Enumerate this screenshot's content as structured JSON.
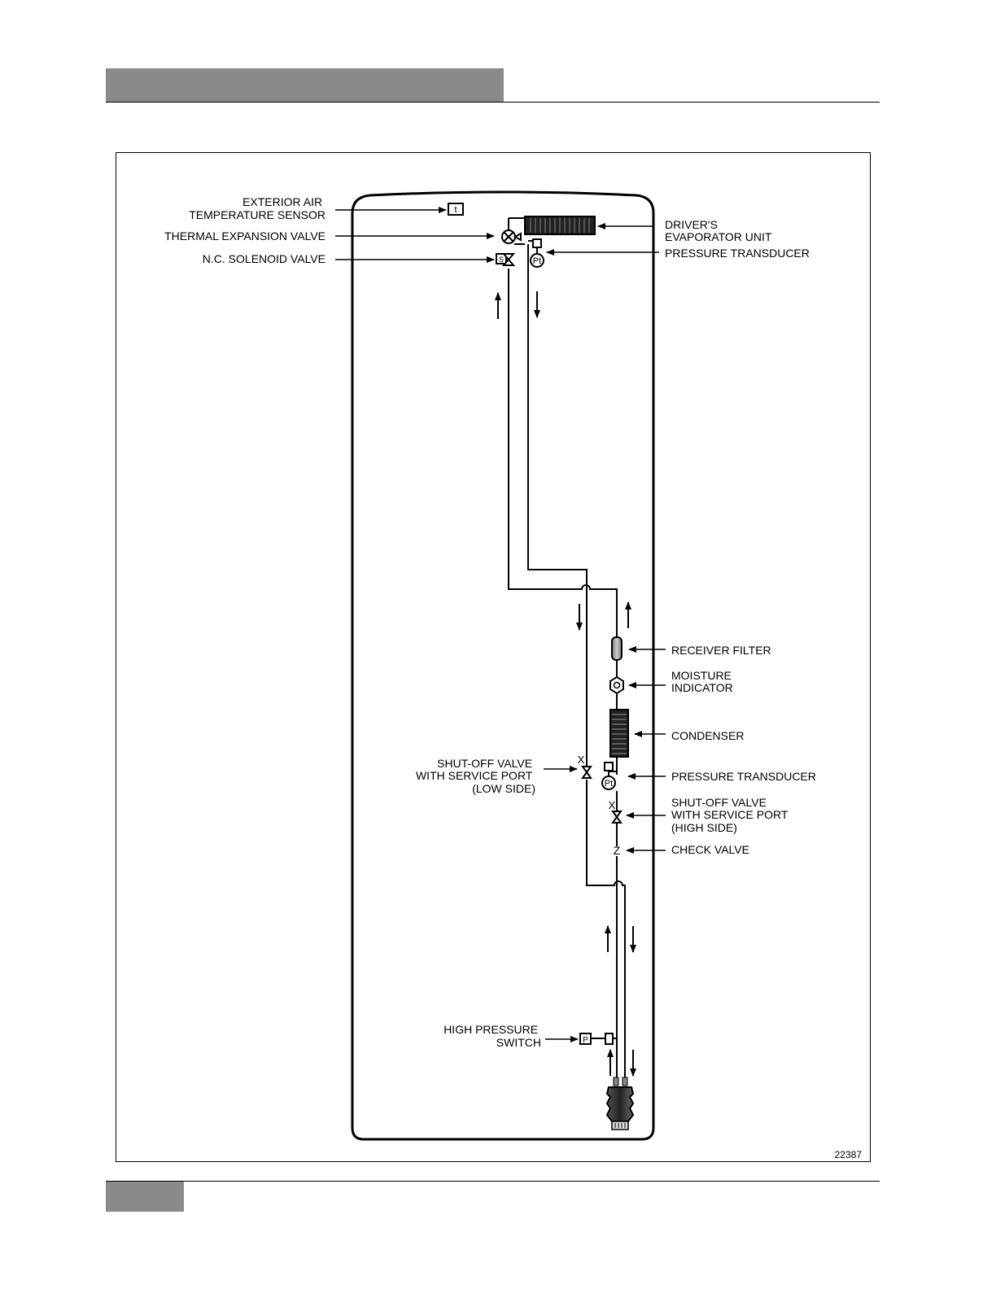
{
  "figure_number": "22387",
  "labels": {
    "exterior_air_sensor": [
      "EXTERIOR AIR",
      "TEMPERATURE SENSOR"
    ],
    "thermal_expansion_valve": [
      "THERMAL EXPANSION  VALVE"
    ],
    "solenoid_valve": [
      "N.C. SOLENOID VALVE"
    ],
    "evaporator_unit": [
      "DRIVER'S",
      "EVAPORATOR UNIT"
    ],
    "pressure_transducer_top": [
      "PRESSURE TRANSDUCER"
    ],
    "receiver_filter": [
      "RECEIVER FILTER"
    ],
    "moisture_indicator": [
      "MOISTURE",
      "INDICATOR"
    ],
    "condenser": [
      "CONDENSER"
    ],
    "pressure_transducer_bottom": [
      "PRESSURE TRANSDUCER"
    ],
    "shutoff_low": [
      "SHUT-OFF VALVE",
      "WITH SERVICE PORT",
      "(LOW SIDE)"
    ],
    "shutoff_high": [
      "SHUT-OFF VALVE",
      "WITH SERVICE PORT",
      "(HIGH SIDE)"
    ],
    "check_valve": [
      "CHECK VALVE"
    ],
    "high_pressure_switch": [
      "HIGH PRESSURE",
      "SWITCH"
    ]
  },
  "symbols": {
    "temp_sensor": "t",
    "solenoid": "S",
    "transducer": "Pt",
    "pressure_switch": "P",
    "shutoff_marker": "X",
    "check_marker": "Z"
  },
  "icons": [
    "temperature-sensor-icon",
    "expansion-valve-icon",
    "solenoid-valve-icon",
    "evaporator-icon",
    "pressure-transducer-icon",
    "receiver-filter-icon",
    "moisture-indicator-icon",
    "condenser-icon",
    "shutoff-valve-icon",
    "check-valve-icon",
    "pressure-switch-icon",
    "compressor-icon",
    "flow-arrow-icon"
  ]
}
